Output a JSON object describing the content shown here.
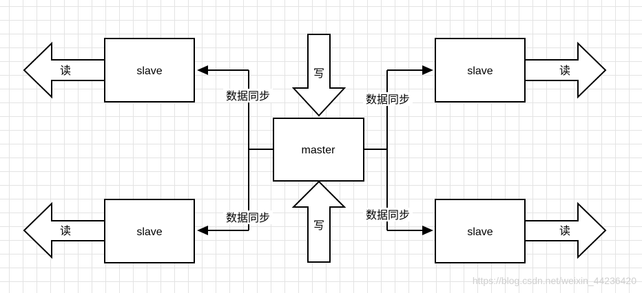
{
  "diagram": {
    "master_label": "master",
    "slave_label": "slave",
    "write_label": "写",
    "read_label": "读",
    "sync_label": "数据同步"
  },
  "watermark": "https://blog.csdn.net/weixin_44236420",
  "colors": {
    "stroke": "#000000",
    "fill": "#ffffff",
    "grid": "#e3e3e3",
    "watermark": "#cfcfcf"
  }
}
